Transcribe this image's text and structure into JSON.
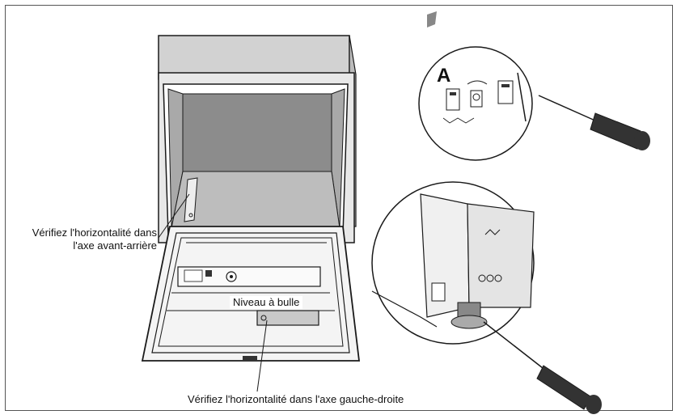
{
  "labels": {
    "front_back_line1": "Vérifiez l'horizontalité dans",
    "front_back_line2": "l'axe avant-arrière",
    "spirit_level": "Niveau à bulle",
    "left_right": "Vérifiez l'horizontalité dans l'axe gauche-droite",
    "detail_a": "A"
  },
  "colors": {
    "outline": "#1a1a1a",
    "cabinet_top": "#d2d2d2",
    "interior": "#8c8c8c",
    "interior_wall": "#a9a9a9",
    "floor": "#bdbdbd",
    "door": "#f4f4f4"
  }
}
